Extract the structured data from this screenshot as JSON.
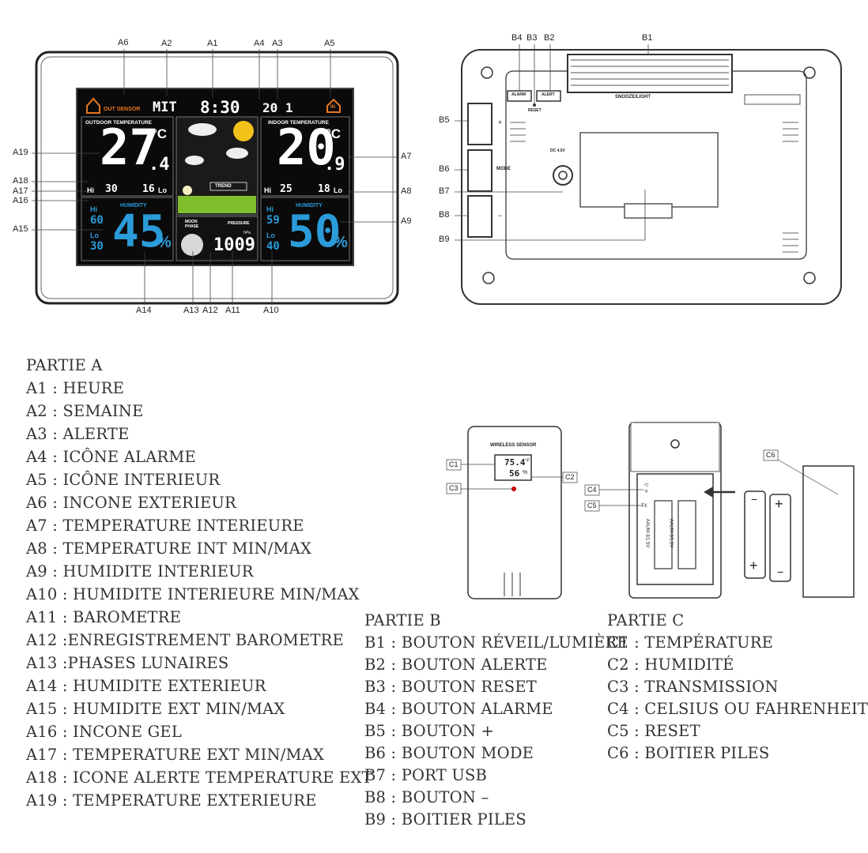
{
  "partA": {
    "labels": [
      "A6",
      "A2",
      "A1",
      "A4",
      "A3",
      "A5",
      "A19",
      "A7",
      "A18",
      "A17",
      "A8",
      "A16",
      "A9",
      "A15",
      "A14",
      "A13",
      "A12",
      "A11",
      "A10"
    ],
    "lcd": {
      "out_sensor": "OUT SENSOR",
      "day": "MIT",
      "time": "8:30",
      "alarm": "20 1",
      "in_badge": "IN",
      "outdoor_title": "OUTDOOR TEMPERATURE",
      "indoor_title": "INDOOR TEMPERATURE",
      "out_temp": "27",
      "out_temp_dec": ".4",
      "in_temp": "20",
      "in_temp_dec": ".9",
      "celsius": "°C",
      "out_hi": "30",
      "out_lo": "16",
      "in_hi": "25",
      "in_lo": "18",
      "hi": "Hi",
      "lo": "Lo",
      "trend": "TREND",
      "humidity_title": "HUMIDITY",
      "out_hum_hi": "60",
      "out_hum_lo": "30",
      "out_hum": "45",
      "in_hum_hi": "59",
      "in_hum_lo": "40",
      "in_hum": "50",
      "percent": "%",
      "moon_phase": "MOON PHASE",
      "pressure": "PRESSURE",
      "pressure_value": "1009",
      "pressure_unit": "hPa"
    }
  },
  "partB": {
    "labels": [
      "B4",
      "B3",
      "B2",
      "B1",
      "B5",
      "B6",
      "B7",
      "B8",
      "B9"
    ],
    "back": {
      "alarm": "ALARM",
      "alert": "ALERT",
      "reset": "RESET",
      "snooze": "SNOOZE/LIGHT",
      "mode": "MODE",
      "plus": "+",
      "minus": "−",
      "dc": "DC 4.5V"
    }
  },
  "partC": {
    "labels": [
      "C1",
      "C2",
      "C3",
      "C4",
      "C5",
      "C6"
    ],
    "sensor_title": "WIRELESS SENSOR",
    "sensor_temp": "75.4",
    "sensor_temp_unit": "°F",
    "sensor_hum": "56",
    "sensor_hum_unit": "%",
    "c_label": "°C",
    "f_label": "°F",
    "tx_label": "TX",
    "battery_label": "AAUM-3/1.5V"
  },
  "legend": {
    "partA": [
      "PARTIE A",
      "A1 : HEURE",
      "A2 : SEMAINE",
      "A3 : ALERTE",
      "A4 : ICÔNE ALARME",
      "A5 : ICÔNE INTERIEUR",
      "A6 : INCONE EXTERIEUR",
      "A7 : TEMPERATURE INTERIEURE",
      "A8 : TEMPERATURE INT MIN/MAX",
      "A9 : HUMIDITE INTERIEUR",
      "A10 : HUMIDITE INTERIEURE MIN/MAX",
      "A11 : BAROMETRE",
      "A12 :ENREGISTREMENT BAROMETRE",
      "A13 :PHASES LUNAIRES",
      "A14 : HUMIDITE EXTERIEUR",
      "A15 : HUMIDITE EXT MIN/MAX",
      "A16 : INCONE GEL",
      "A17 : TEMPERATURE EXT MIN/MAX",
      "A18 : ICONE  ALERTE TEMPERATURE EXT",
      "A19 : TEMPERATURE EXTERIEURE"
    ],
    "partB": [
      "PARTIE B",
      "B1 : BOUTON RÉVEIL/LUMIÈRE",
      "B2 : BOUTON ALERTE",
      "B3 : BOUTON RESET",
      "B4 : BOUTON ALARME",
      "B5 : BOUTON +",
      "B6 : BOUTON MODE",
      "B7 : PORT USB",
      "B8 : BOUTON –",
      "B9 : BOITIER PILES"
    ],
    "partC": [
      "PARTIE C",
      "C1 : TEMPÉRATURE",
      "C2 : HUMIDITÉ",
      "C3 : TRANSMISSION",
      "C4 : CELSIUS OU FAHRENHEIT",
      "C5 : RESET",
      "C6 : BOITIER PILES"
    ]
  }
}
